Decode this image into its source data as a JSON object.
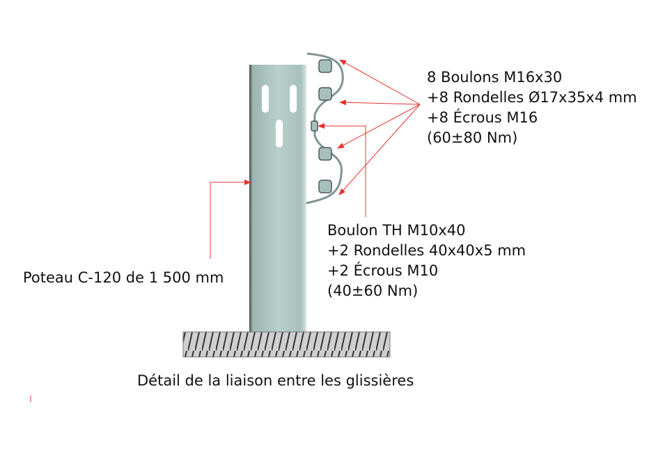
{
  "bolts_label": {
    "lines": [
      "8 Boulons M16x30",
      "+8 Rondelles Ø17x35x4 mm",
      "+8 Écrous M16",
      "(60±80 Nm)"
    ]
  },
  "th_bolt_label": {
    "lines": [
      "Boulon TH M10x40",
      "+2 Rondelles 40x40x5 mm",
      "+2 Écrous M10",
      "(40±60 Nm)"
    ]
  },
  "post_label": "Poteau C-120 de 1 500 mm",
  "caption": "Détail de la liaison entre les glissières",
  "colors": {
    "arrow": "#e8322f",
    "post": "#a9c3c0",
    "ground": "#cfcfcf"
  }
}
